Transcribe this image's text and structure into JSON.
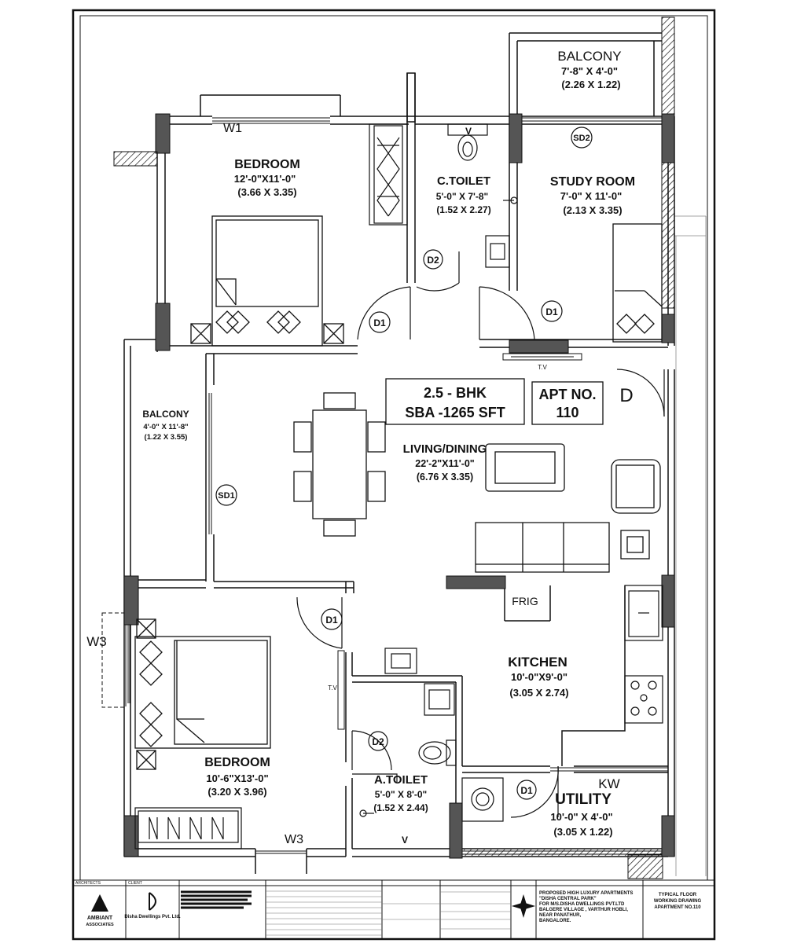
{
  "rooms": {
    "balcony_top": {
      "name": "BALCONY",
      "dim_ft": "7'-8\" X 4'-0\"",
      "dim_m": "(2.26 X 1.22)"
    },
    "bedroom1": {
      "name": "BEDROOM",
      "dim_ft": "12'-0\"X11'-0\"",
      "dim_m": "(3.66 X 3.35)"
    },
    "ctoilet": {
      "name": "C.TOILET",
      "dim_ft": "5'-0\" X 7'-8\"",
      "dim_m": "(1.52 X 2.27)"
    },
    "study": {
      "name": "STUDY ROOM",
      "dim_ft": "7'-0\" X 11'-0\"",
      "dim_m": "(2.13 X 3.35)"
    },
    "balcony_left": {
      "name": "BALCONY",
      "dim_ft": "4'-0\" X 11'-8\"",
      "dim_m": "(1.22 X 3.55)"
    },
    "living": {
      "name": "LIVING/DINING",
      "dim_ft": "22'-2\"X11'-0\"",
      "dim_m": "(6.76 X 3.35)"
    },
    "kitchen": {
      "name": "KITCHEN",
      "dim_ft": "10'-0\"X9'-0\"",
      "dim_m": "(3.05 X 2.74)"
    },
    "bedroom2": {
      "name": "BEDROOM",
      "dim_ft": "10'-6\"X13'-0\"",
      "dim_m": "(3.20 X 3.96)"
    },
    "atoilet": {
      "name": "A.TOILET",
      "dim_ft": "5'-0\" X 8'-0\"",
      "dim_m": "(1.52 X 2.44)"
    },
    "utility": {
      "name": "UTILITY",
      "dim_ft": "10'-0\" X 4'-0\"",
      "dim_m": "(3.05 X 1.22)"
    }
  },
  "info": {
    "bhk": "2.5 - BHK",
    "sba": "SBA -1265 SFT",
    "apt_label": "APT NO.",
    "apt_no": "110"
  },
  "tags": {
    "w1": "W1",
    "w3_left": "W3",
    "w3_bottom": "W3",
    "kw": "KW",
    "sd1": "SD1",
    "sd2": "SD2",
    "d": "D",
    "d1": "D1",
    "d2": "D2",
    "v": "V",
    "tv": "T.V",
    "frig": "FRIG"
  },
  "title_block": {
    "architects": "ARCHITECTS",
    "client": "CLIENT",
    "firm_name": "AMBIANT",
    "firm_sub": "ASSOCIATES",
    "client_name": "Disha Dwellings Pvt. Ltd.",
    "project_line1": "PROPOSED HIGH LUXURY APARTMENTS",
    "project_line2": "\"DISHA CENTRAL PARK\"",
    "project_line3": "FOR M/S.DISHA DWELLINGS PVT.LTD",
    "project_line4": "BALGERE VILLAGE , VARTHUR HOBLI,",
    "project_line5": "NEAR PANATHUR,",
    "project_line6": "BANGALORE.",
    "drawing_line1": "TYPICAL FLOOR",
    "drawing_line2": "WORKING DRAWING",
    "drawing_line3": "APARTMENT NO.110"
  }
}
